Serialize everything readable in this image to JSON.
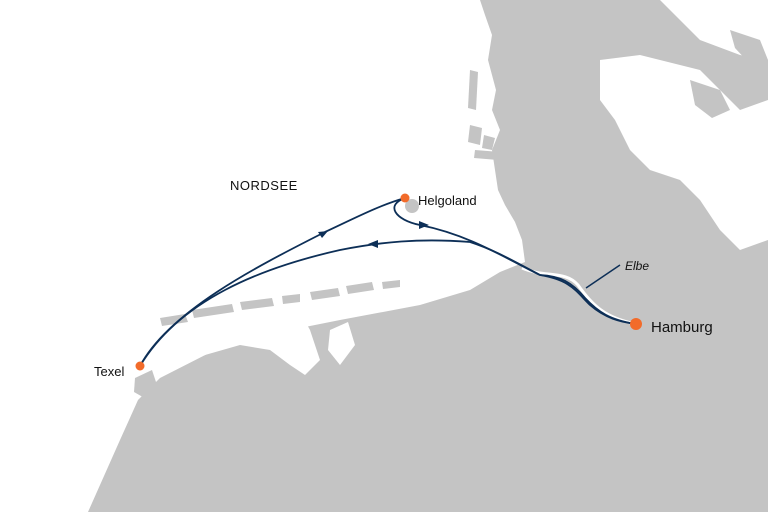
{
  "map": {
    "sea_label": "NORDSEE",
    "river_label": "Elbe",
    "ports": [
      {
        "id": "helgoland",
        "name": "Helgoland"
      },
      {
        "id": "texel",
        "name": "Texel"
      },
      {
        "id": "hamburg",
        "name": "Hamburg"
      }
    ],
    "colors": {
      "land": "#c4c4c4",
      "sea": "#ffffff",
      "route": "#0d2f57",
      "port": "#f26b2a"
    }
  }
}
